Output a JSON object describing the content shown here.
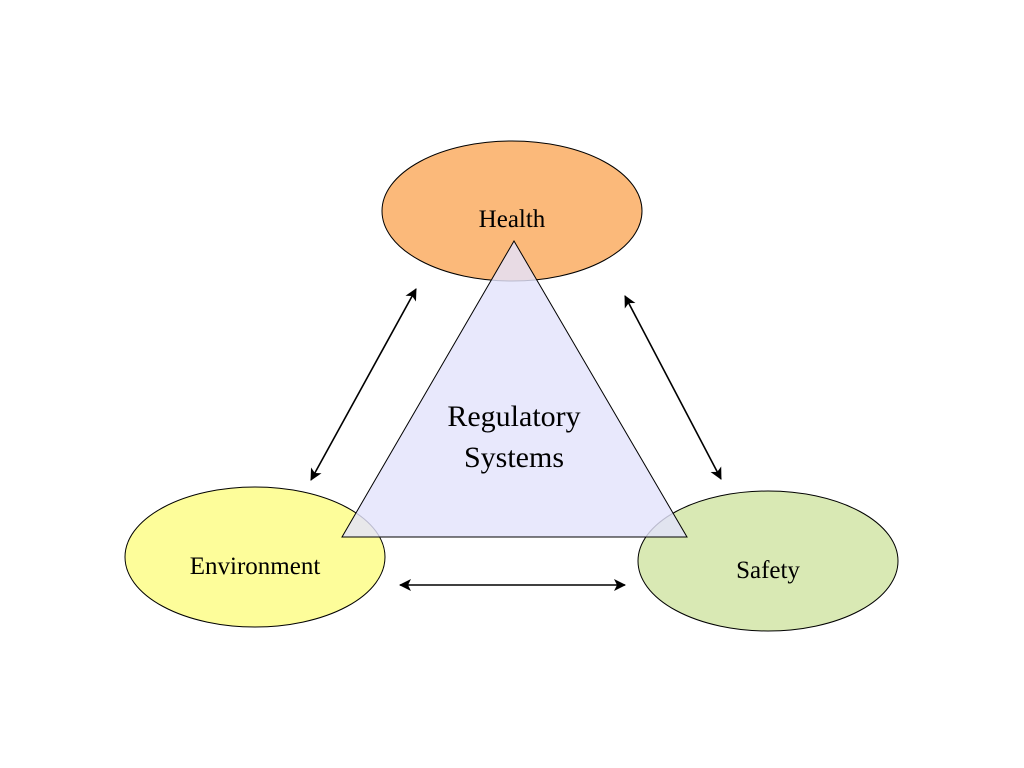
{
  "diagram": {
    "center": {
      "line1": "Regulatory",
      "line2": "Systems",
      "fill": "#e3e3fb"
    },
    "nodes": {
      "health": {
        "label": "Health",
        "fill": "#fbb97a"
      },
      "environment": {
        "label": "Environment",
        "fill": "#fdfd9a"
      },
      "safety": {
        "label": "Safety",
        "fill": "#d9e9b4"
      }
    },
    "connections": [
      {
        "from": "environment",
        "to": "health",
        "direction": "bidirectional"
      },
      {
        "from": "health",
        "to": "safety",
        "direction": "bidirectional"
      },
      {
        "from": "environment",
        "to": "safety",
        "direction": "bidirectional"
      }
    ]
  }
}
